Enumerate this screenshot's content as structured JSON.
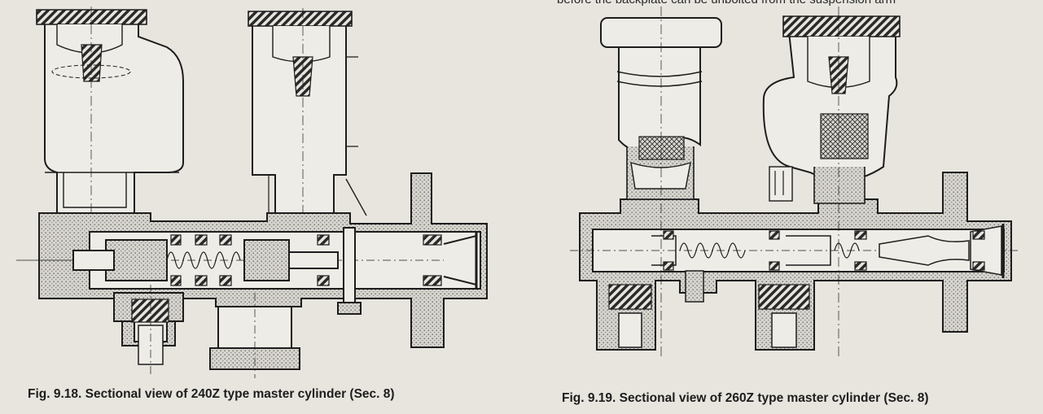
{
  "background_text": "before the backplate can be unbolted from the suspension arm",
  "figures": [
    {
      "caption": "Fig. 9.18. Sectional view of 240Z type master cylinder (Sec. 8)"
    },
    {
      "caption": "Fig. 9.19. Sectional view of 260Z type master cylinder (Sec. 8)"
    }
  ],
  "colors": {
    "paper": "#e7e5de",
    "ink": "#1d1d1d",
    "stipple": "#b9b7b0",
    "seal": "#4a4a4a"
  }
}
